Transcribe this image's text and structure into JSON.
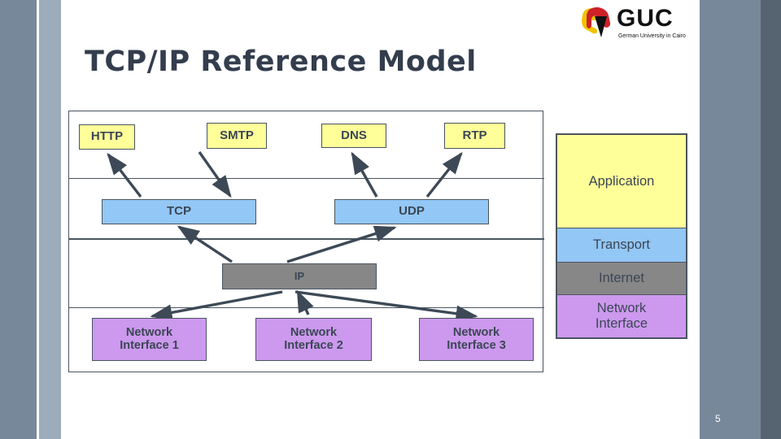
{
  "slide": {
    "title": "TCP/IP Reference Model",
    "page_number": "5"
  },
  "logo": {
    "wordmark": "GUC",
    "tagline": "German University in Cairo"
  },
  "diagram": {
    "application_protocols": [
      {
        "id": "http",
        "label": "HTTP"
      },
      {
        "id": "smtp",
        "label": "SMTP"
      },
      {
        "id": "dns",
        "label": "DNS"
      },
      {
        "id": "rtp",
        "label": "RTP"
      }
    ],
    "transport_protocols": [
      {
        "id": "tcp",
        "label": "TCP"
      },
      {
        "id": "udp",
        "label": "UDP"
      }
    ],
    "internet_protocols": [
      {
        "id": "ip",
        "label": "IP"
      }
    ],
    "network_interfaces": [
      {
        "id": "ni1",
        "label": "Network\nInterface 1"
      },
      {
        "id": "ni2",
        "label": "Network\nInterface 2"
      },
      {
        "id": "ni3",
        "label": "Network\nInterface 3"
      }
    ],
    "connections": [
      {
        "from": "tcp",
        "to": "http"
      },
      {
        "from": "smtp",
        "to": "tcp"
      },
      {
        "from": "udp",
        "to": "dns"
      },
      {
        "from": "udp",
        "to": "rtp"
      },
      {
        "from": "ip",
        "to": "tcp"
      },
      {
        "from": "ip",
        "to": "udp"
      },
      {
        "from": "ip",
        "to": "ni1"
      },
      {
        "from": "ni2",
        "to": "ip"
      },
      {
        "from": "ip",
        "to": "ni3"
      }
    ]
  },
  "layer_stack": [
    {
      "id": "application",
      "label": "Application",
      "color": "#ffff99"
    },
    {
      "id": "transport",
      "label": "Transport",
      "color": "#93c7f5"
    },
    {
      "id": "internet",
      "label": "Internet",
      "color": "#878787"
    },
    {
      "id": "network",
      "label": "Network\nInterface",
      "color": "#cc99ee"
    }
  ],
  "colors": {
    "application": "#ffff99",
    "transport": "#93c7f5",
    "internet": "#878787",
    "network_interface": "#cc99ee",
    "outline": "#4a5560",
    "text": "#3b4654",
    "edge_bar_outer": "#78889b",
    "edge_bar_inner": "#9dacbb",
    "edge_bar_right_outer": "#566472",
    "title": "#333d4d"
  }
}
